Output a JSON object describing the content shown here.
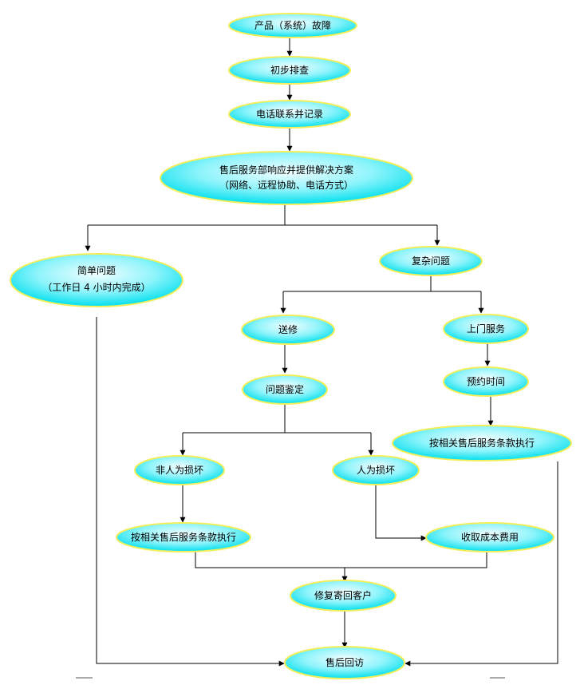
{
  "nodes": {
    "fault": "产品（系统）故障",
    "initial_check": "初步排查",
    "phone_record": "电话联系并记录",
    "dept_response_1": "售后服务部响应并提供解决方案",
    "dept_response_2": "（网络、远程协助、电话方式）",
    "simple_1": "简单问题",
    "simple_2": "（工作日 4 小时内完成）",
    "complex": "复杂问题",
    "send_repair": "送修",
    "onsite": "上门服务",
    "identify": "问题鉴定",
    "appointment": "预约时间",
    "clause_right": "按相关售后服务条款执行",
    "non_human": "非人为损坏",
    "human": "人为损坏",
    "clause_left": "按相关售后服务条款执行",
    "charge": "收取成本费用",
    "return_customer": "修复寄回客户",
    "followup": "售后回访"
  },
  "colors": {
    "ellipse_fill_center": "#e6fbff",
    "ellipse_fill_edge": "#00e6f0",
    "ellipse_border": "#f4ee5a"
  }
}
